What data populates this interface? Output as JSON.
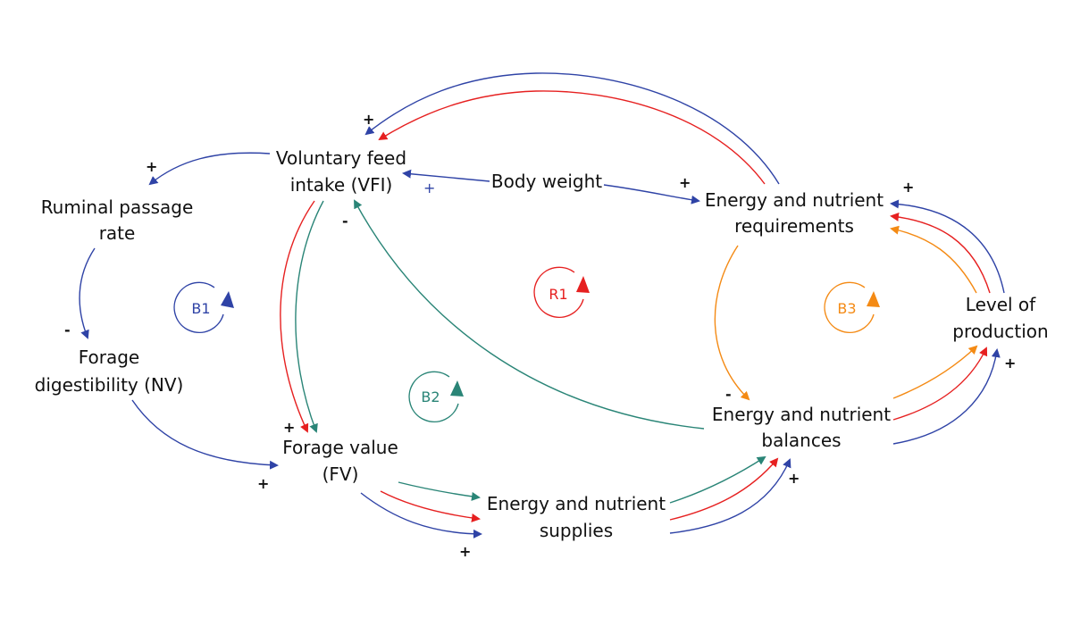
{
  "colors": {
    "blue": "#2f43a6",
    "red": "#e62020",
    "teal": "#2a8577",
    "orange": "#f48a14",
    "navy": "#1f2f9c",
    "text": "#111111"
  },
  "nodes": {
    "vfi": [
      "Voluntary feed",
      "intake (VFI)"
    ],
    "ruminal": [
      "Ruminal passage",
      "rate"
    ],
    "digestibility": [
      "Forage",
      "digestibility (NV)"
    ],
    "forage_value": [
      "Forage value",
      "(FV)"
    ],
    "supplies": [
      "Energy and nutrient",
      "supplies"
    ],
    "body_weight": [
      "Body weight"
    ],
    "requirements": [
      "Energy and nutrient",
      "requirements"
    ],
    "balances": [
      "Energy and nutrient",
      "balances"
    ],
    "production": [
      "Level of",
      "production"
    ]
  },
  "loops": {
    "B1": "B1",
    "B2": "B2",
    "R1": "R1",
    "B3": "B3"
  },
  "signs": {
    "plus": "+",
    "minus": "-"
  }
}
